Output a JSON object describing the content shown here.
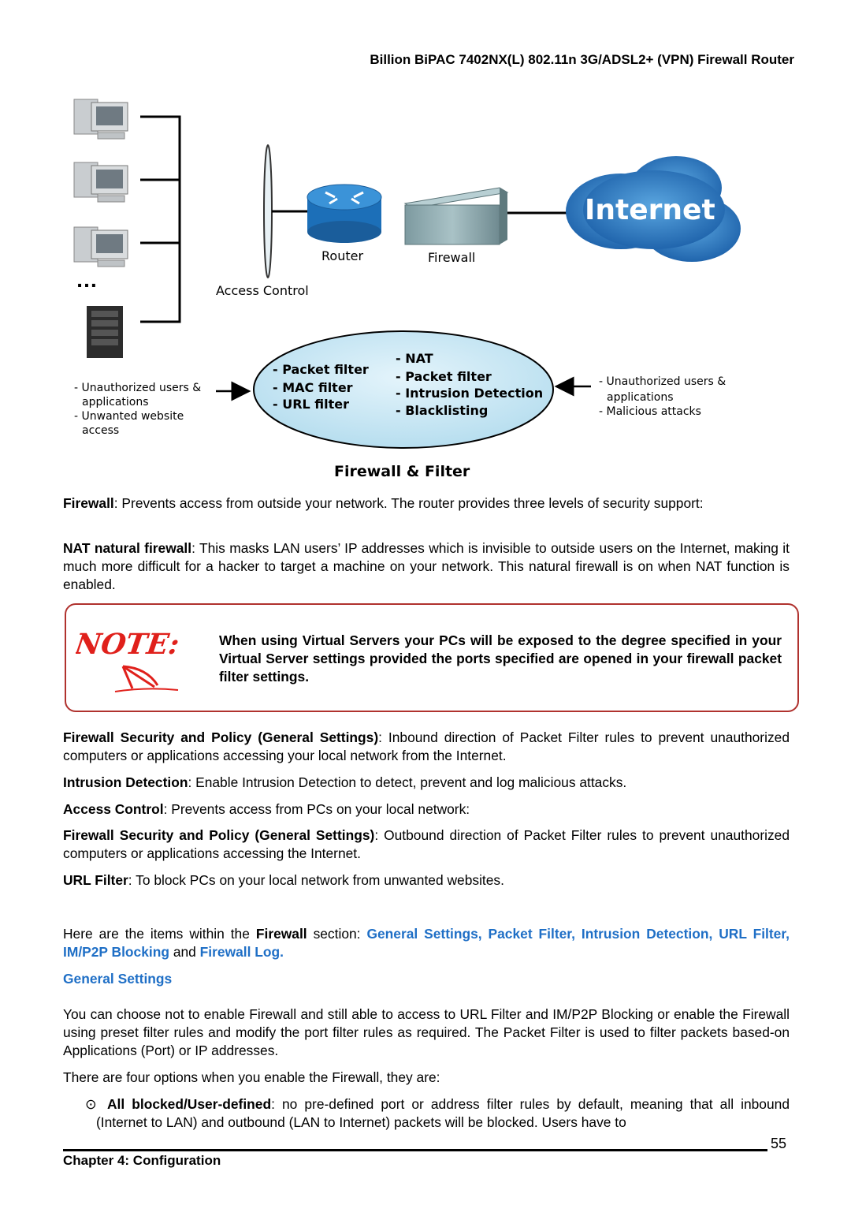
{
  "header": {
    "title": "Billion BiPAC 7402NX(L) 802.11n 3G/ADSL2+ (VPN) Firewall Router"
  },
  "diagram": {
    "ellipsis": "…",
    "router_label": "Router",
    "firewall_label": "Firewall",
    "internet_label": "Internet",
    "access_control_label": "Access Control",
    "left_notes": [
      "- Unauthorized users &",
      "applications",
      "- Unwanted website",
      "access"
    ],
    "right_notes": [
      "- Unauthorized users &",
      "applications",
      "- Malicious attacks"
    ],
    "ellipse_left": [
      "- Packet filter",
      "- MAC filter",
      "- URL filter"
    ],
    "ellipse_right": [
      "- NAT",
      "- Packet filter",
      "- Intrusion Detection",
      "- Blacklisting"
    ],
    "caption": "Firewall & Filter"
  },
  "p_firewall": {
    "term": "Firewall",
    "text": ": Prevents access from outside your network. The router provides three levels of security support:"
  },
  "p_nat": {
    "term": "NAT natural firewall",
    "text": ": This masks LAN users’ IP addresses which is invisible to outside users on the Internet, making it much more difficult for a hacker to target a machine on your network. This natural firewall is on when NAT function is enabled."
  },
  "note": {
    "logo_text": "NOTE:",
    "text": "When using Virtual Servers your PCs will be exposed to the degree specified in your Virtual Server settings provided the ports specified are opened in your firewall packet filter settings."
  },
  "p_fsp_in": {
    "term": "Firewall Security and Policy (General Settings)",
    "text": ": Inbound direction of Packet Filter rules to prevent unauthorized computers or applications accessing your local network from the Internet."
  },
  "p_ids": {
    "term": "Intrusion Detection",
    "text": ": Enable Intrusion Detection to detect, prevent and log malicious attacks."
  },
  "p_ac": {
    "term": "Access Control",
    "text": ": Prevents access from PCs on your local network:"
  },
  "p_fsp_out": {
    "term": "Firewall Security and Policy (General Settings)",
    "text": ": Outbound direction of Packet Filter rules to prevent unauthorized computers or applications accessing the Internet."
  },
  "p_url": {
    "term": "URL Filter",
    "text": ": To block PCs on your local network from unwanted websites."
  },
  "p_items": {
    "pre": "Here are the items within the ",
    "firewall": "Firewall",
    "mid": " section: ",
    "links": "General Settings, Packet Filter, Intrusion Detection, URL Filter, IM/P2P Blocking",
    "and": " and ",
    "log": "Firewall Log."
  },
  "section_title": "General Settings",
  "p_general": "You can choose not to enable Firewall and still able to access to URL Filter and IM/P2P Blocking or enable the Firewall using preset filter rules and modify the port filter rules as required. The Packet Filter is used to filter packets based-on Applications (Port) or IP addresses.",
  "p_four": "There are four options when you enable the Firewall, they are:",
  "bullet1": {
    "symbol": "⊙",
    "term": "All blocked/User-defined",
    "text": ": no pre-defined port or address filter rules by default, meaning that all inbound (Internet to LAN) and outbound (LAN to Internet) packets will be blocked. Users have to"
  },
  "footer": {
    "page": "55",
    "chapter": "Chapter 4: Configuration"
  }
}
